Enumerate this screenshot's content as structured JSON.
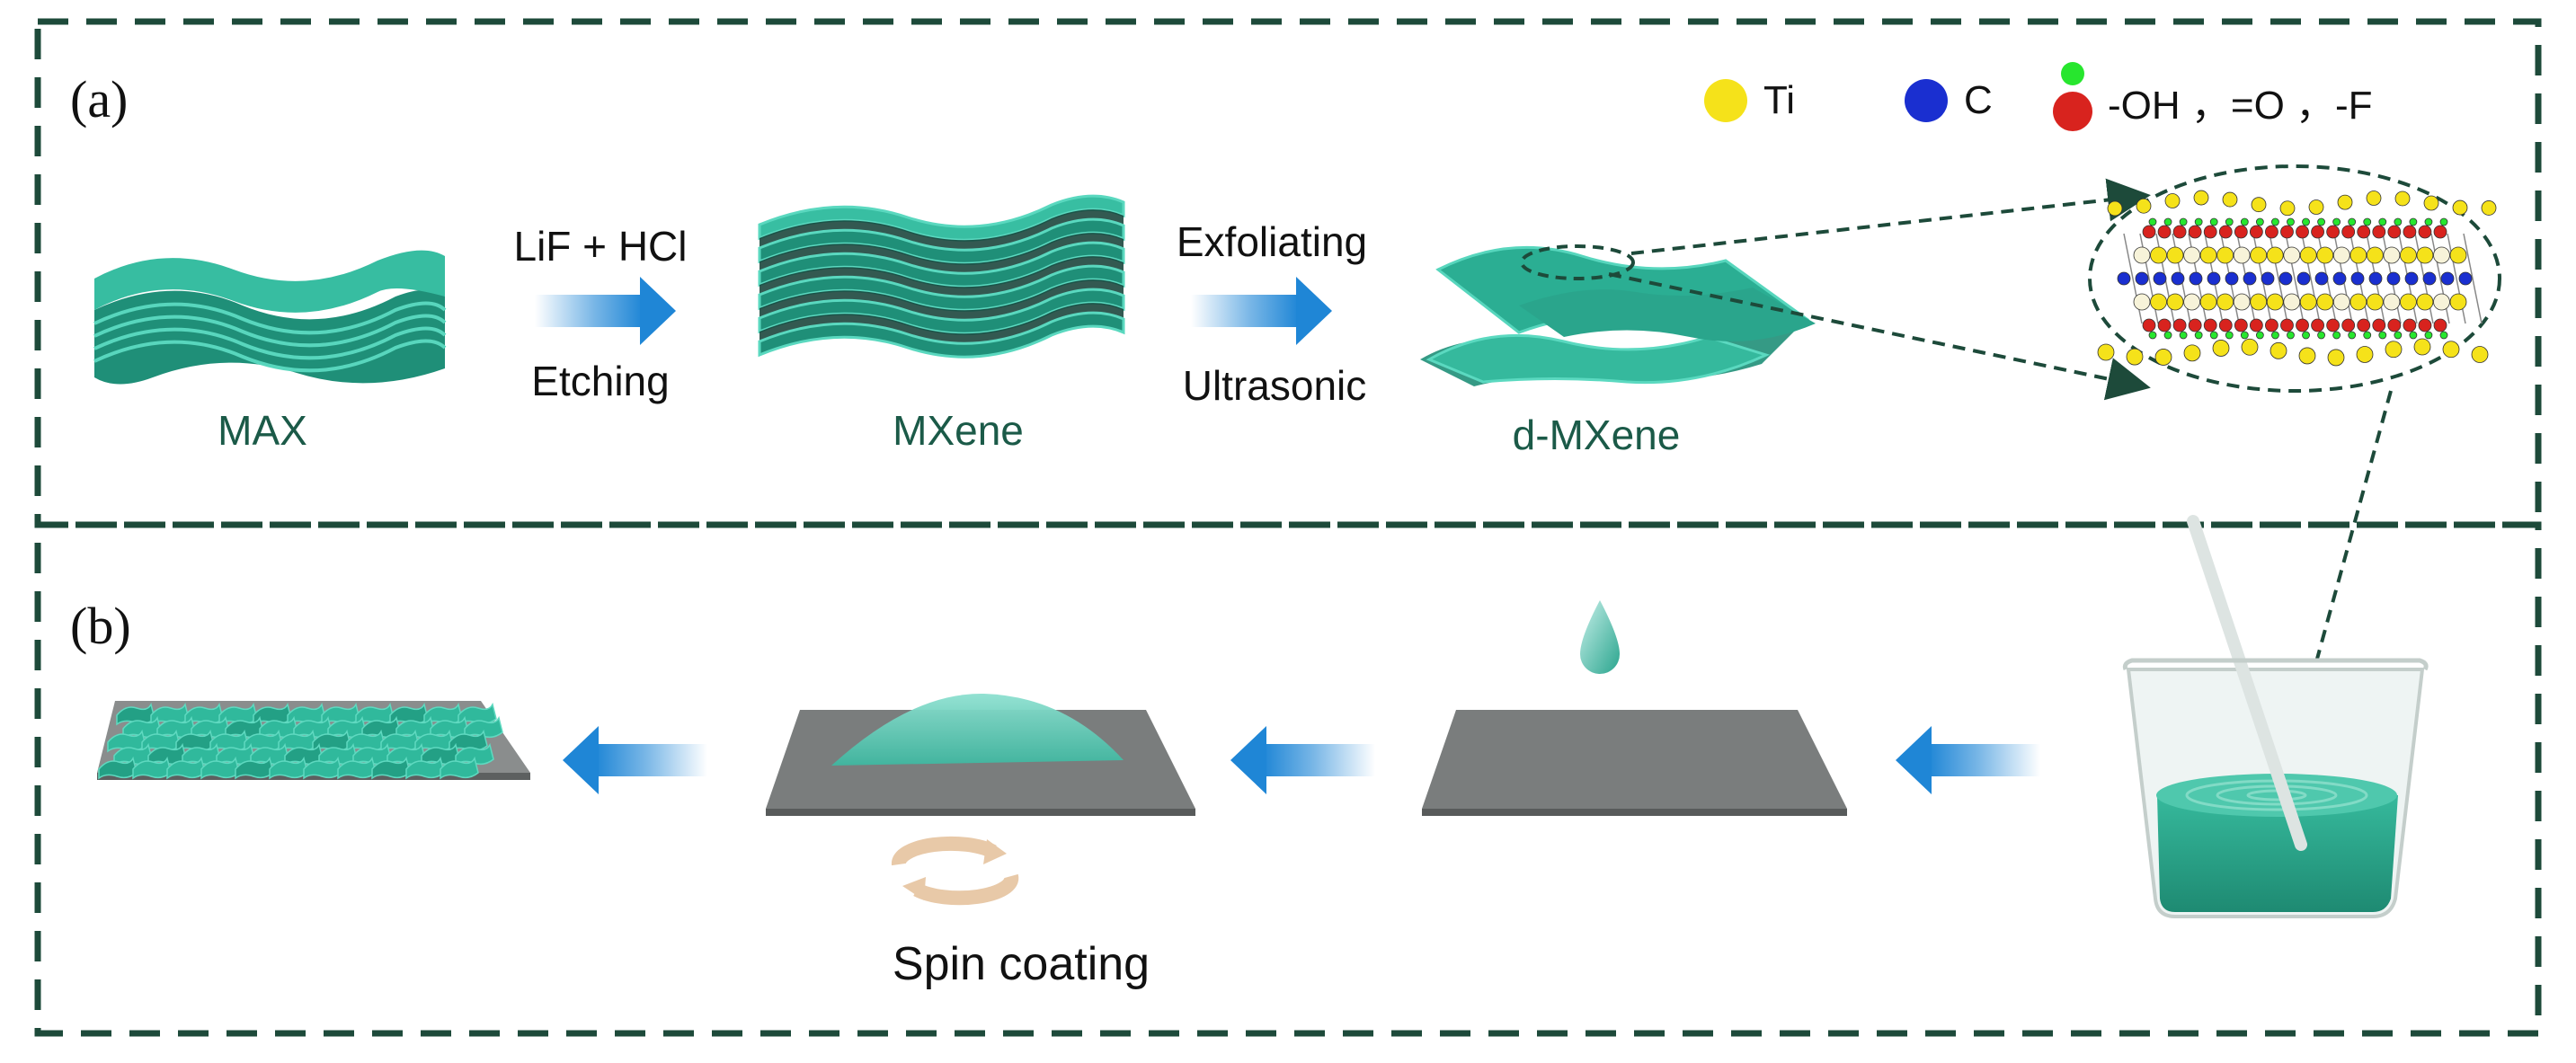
{
  "panel_a": {
    "label": "(a)",
    "legend": {
      "ti_label": "Ti",
      "c_label": "C",
      "groups_label": "-OH ，=O ，-F"
    },
    "stages": {
      "max": "MAX",
      "mxene": "MXene",
      "d_mxene": "d-MXene"
    },
    "step1": {
      "top": "LiF + HCl",
      "bottom": "Etching"
    },
    "step2": {
      "top": "Exfoliating",
      "bottom": "Ultrasonic"
    }
  },
  "panel_b": {
    "label": "(b)",
    "spin_label": "Spin coating"
  },
  "colors": {
    "frame": "#1d4a3a",
    "teal": "#2fb79c",
    "teal_dark": "#1f8f78",
    "label_green": "#1b5a48",
    "substrate": "#7a7d7d",
    "arrow_blue": "#1f86d6",
    "ti": "#f5e21a",
    "c": "#1a2fd0",
    "o": "#d8231e",
    "h": "#27e62e"
  }
}
